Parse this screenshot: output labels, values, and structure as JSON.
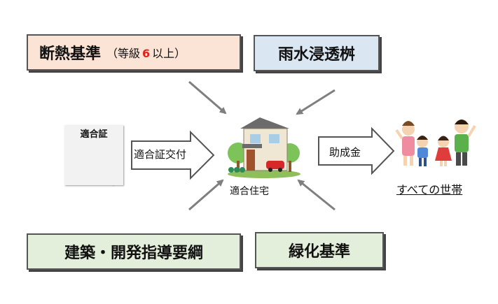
{
  "boxes": {
    "dannetsu": {
      "label": "断熱基準",
      "sub_open": "（等級",
      "sub_num": "6",
      "sub_close": "以上）"
    },
    "usui": {
      "label": "雨水浸透桝"
    },
    "kenchiku": {
      "label": "建築・開発指導要綱"
    },
    "ryokka": {
      "label": "緑化基準"
    }
  },
  "certificate": {
    "title": "適合証"
  },
  "arrows": {
    "certificate_issue": "適合証交付",
    "subsidy": "助成金"
  },
  "house": {
    "label": "適合住宅"
  },
  "households": {
    "label": "すべての世帯"
  },
  "icons": [
    "certificate-icon",
    "house-icon",
    "family-icon"
  ],
  "colors": {
    "dannetsu_fill": "#fbe3d6",
    "usui_fill": "#dbe6f3",
    "green_fill": "#e3efda",
    "grade_number": "#e0231b"
  }
}
